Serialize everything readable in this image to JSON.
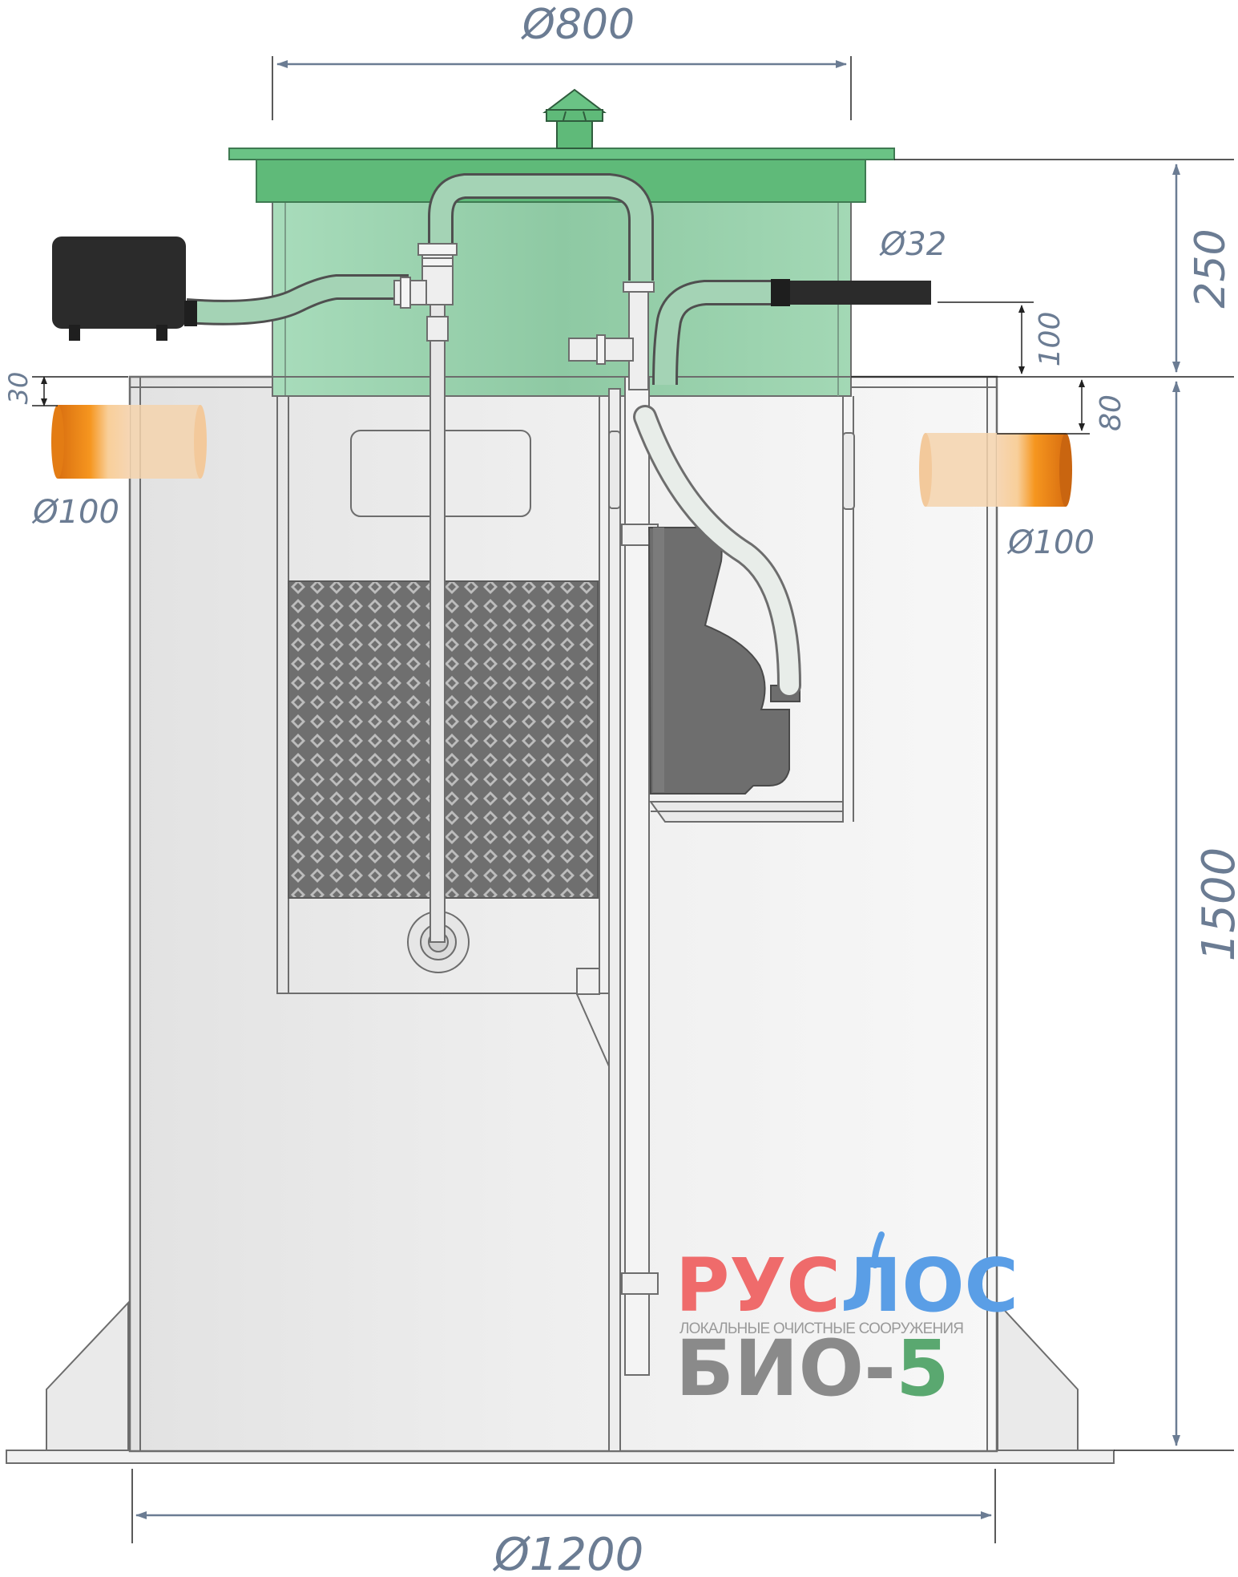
{
  "dimensions": {
    "top_width": "Ø800",
    "bottom_width": "Ø1200",
    "neck_height": "250",
    "body_height": "1500",
    "hose_diameter": "Ø32",
    "outlet_offset": "100",
    "left_pipe_offset": "30",
    "right_pipe_offset": "80",
    "left_pipe_diameter": "Ø100",
    "right_pipe_diameter": "Ø100"
  },
  "logo": {
    "brand_part1": "РУС",
    "brand_part2": "Л",
    "brand_part3": "О",
    "brand_part4": "С",
    "tagline": "ЛОКАЛЬНЫЕ ОЧИСТНЫЕ СООРУЖЕНИЯ",
    "model_part1": "БИО-",
    "model_part2": "5"
  },
  "colors": {
    "lid_green": "#5fba79",
    "neck_green": "#9fd6b3",
    "body_fill": "#ececec",
    "line_gray": "#6d6d6d",
    "dim_color": "#6b7c93",
    "pipe_orange": "#f28a1e",
    "pump_dark": "#2b2b2b",
    "brand_red": "#ef6b6b",
    "brand_blue": "#5a9ee6",
    "model_gray": "#8a8a8a",
    "model_green": "#5aa870"
  }
}
